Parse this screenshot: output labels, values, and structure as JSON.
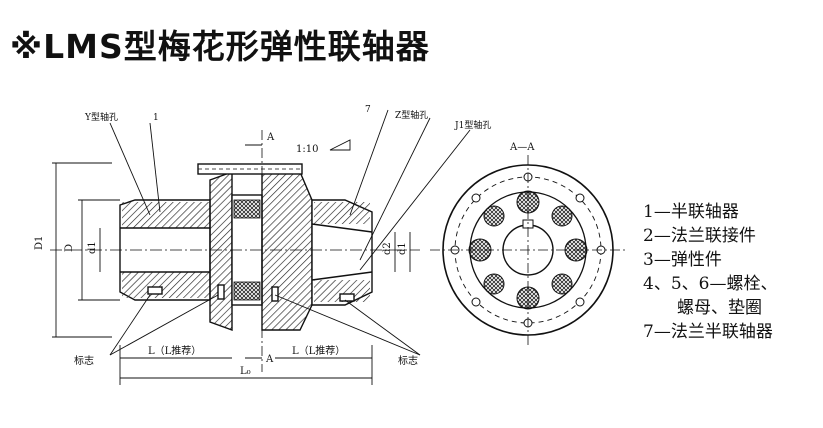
{
  "title": "※LMS型梅花形弹性联轴器",
  "labels": {
    "y_hole": "Y型轴孔",
    "z_hole": "Z型轴孔",
    "j1_hole": "J1型轴孔",
    "one": "1",
    "seven": "7",
    "a_top": "A",
    "a_bottom": "A",
    "taper": "1:10",
    "section": "A—A",
    "d1_outer": "D1",
    "d_mid": "D",
    "d1_left": "d1",
    "d2": "d2",
    "d1_right": "d1",
    "mark_left": "标志",
    "mark_right": "标志",
    "l_left": "L（L推荐）",
    "l_right": "L（L推荐）",
    "l0": "L₀"
  },
  "legend": [
    "1—半联轴器",
    "2—法兰联接件",
    "3—弹性件",
    "4、5、6—螺栓、",
    "　　螺母、垫圈",
    "7—法兰半联轴器"
  ]
}
